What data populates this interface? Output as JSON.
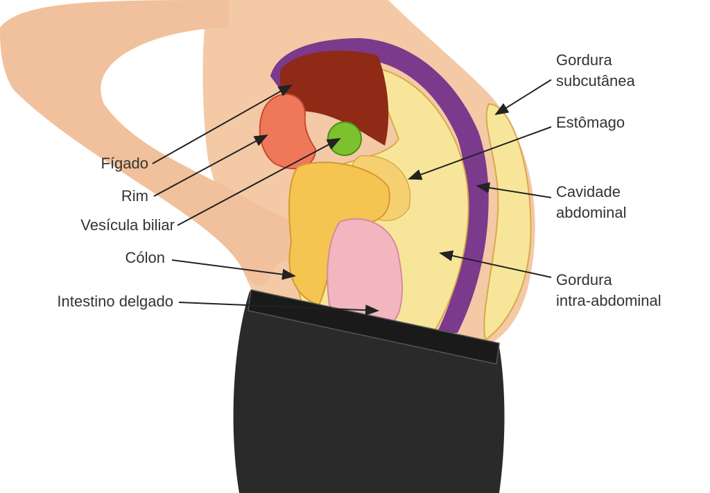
{
  "labels": {
    "gordura_subcutanea": [
      "Gordura",
      "subcutânea"
    ],
    "estomago": "Estômago",
    "cavidade_abdominal": [
      "Cavidade",
      "abdominal"
    ],
    "gordura_intra_abdominal": [
      "Gordura",
      "intra-abdominal"
    ],
    "figado": "Fígado",
    "rim": "Rim",
    "vesicula_biliar": "Vesícula biliar",
    "colon": "Cólon",
    "intestino_delgado": "Intestino delgado"
  },
  "colors": {
    "skin": "#f3c9a6",
    "fat": "#f7e69a",
    "cavity": "#7b3a8c",
    "liver": "#8e2a16",
    "kidney": "#f0785a",
    "gallbladder": "#7cc22e",
    "intestine": "#f2b6c0",
    "pants": "#2a2a2a"
  }
}
